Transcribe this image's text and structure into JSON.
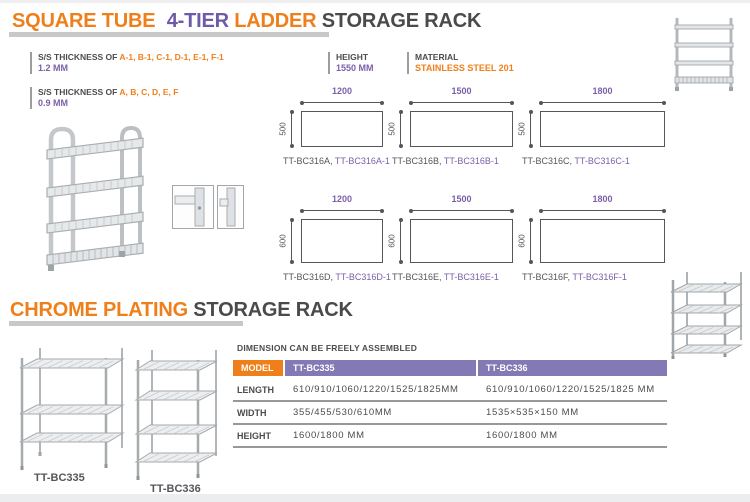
{
  "section1": {
    "title": {
      "p1": "SQUARE TUBE",
      "p2": "4-TIER",
      "p3": "LADDER",
      "p4": "STORAGE RACK"
    },
    "specs": [
      {
        "label": "S/S THICKNESS OF",
        "codes": "A-1, B-1, C-1, D-1, E-1, F-1",
        "value": "1.2 MM"
      },
      {
        "label": "S/S THICKNESS OF",
        "codes": "A, B, C, D, E, F",
        "value": "0.9 MM"
      }
    ],
    "height_label": "HEIGHT",
    "height_value": "1550 MM",
    "material_label": "MATERIAL",
    "material_value": "STAINLESS STEEL 201",
    "diagrams": [
      {
        "w": "1200",
        "h": "500",
        "model": "TT-BC316A,",
        "variant": "TT-BC316A-1"
      },
      {
        "w": "1500",
        "h": "500",
        "model": "TT-BC316B,",
        "variant": "TT-BC316B-1"
      },
      {
        "w": "1800",
        "h": "500",
        "model": "TT-BC316C,",
        "variant": "TT-BC316C-1"
      },
      {
        "w": "1200",
        "h": "600",
        "model": "TT-BC316D,",
        "variant": "TT-BC316D-1"
      },
      {
        "w": "1500",
        "h": "600",
        "model": "TT-BC316E,",
        "variant": "TT-BC316E-1"
      },
      {
        "w": "1800",
        "h": "600",
        "model": "TT-BC316F,",
        "variant": "TT-BC316F-1"
      }
    ]
  },
  "section2": {
    "title": {
      "p1": "CHROME PLATING",
      "p2": "STORAGE RACK"
    },
    "note": "DIMENSION CAN BE FREELY ASSEMBLED",
    "captions": {
      "left": "TT-BC335",
      "right": "TT-BC336"
    },
    "table": {
      "model_header": "MODEL",
      "col1_header": "TT-BC335",
      "col2_header": "TT-BC336",
      "rows": [
        {
          "label": "LENGTH",
          "col1": "610/910/1060/1220/1525/1825MM",
          "col2": "610/910/1060/1220/1525/1825 MM"
        },
        {
          "label": "WIDTH",
          "col1": "355/455/530/610MM",
          "col2": "1535×535×150 MM"
        },
        {
          "label": "HEIGHT",
          "col1": "1600/1800 MM",
          "col2": "1600/1800 MM"
        }
      ]
    }
  },
  "colors": {
    "orange": "#EF7F1A",
    "purple_text": "#7A5FA8",
    "title_purple": "#6F5AA8",
    "table_header_purple": "#8379B5",
    "dark_text": "#4C4C4E",
    "title_bar_gray": "#C7C8CA"
  }
}
